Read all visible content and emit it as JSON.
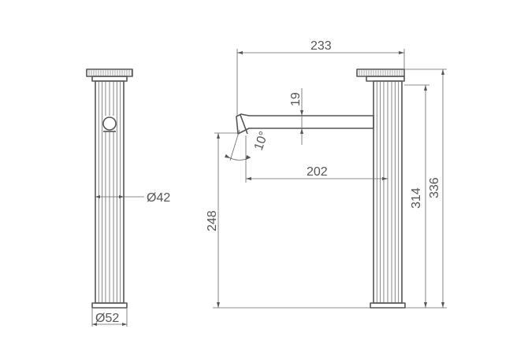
{
  "dimensions": {
    "overall_reach": "233",
    "spout_offset": "19",
    "spout_angle": "10°",
    "spout_reach": "202",
    "spout_height": "248",
    "body_height": "314",
    "overall_height": "336",
    "body_diameter": "Ø42",
    "base_diameter": "Ø52"
  },
  "colors": {
    "line": "#555555",
    "background": "#ffffff"
  }
}
